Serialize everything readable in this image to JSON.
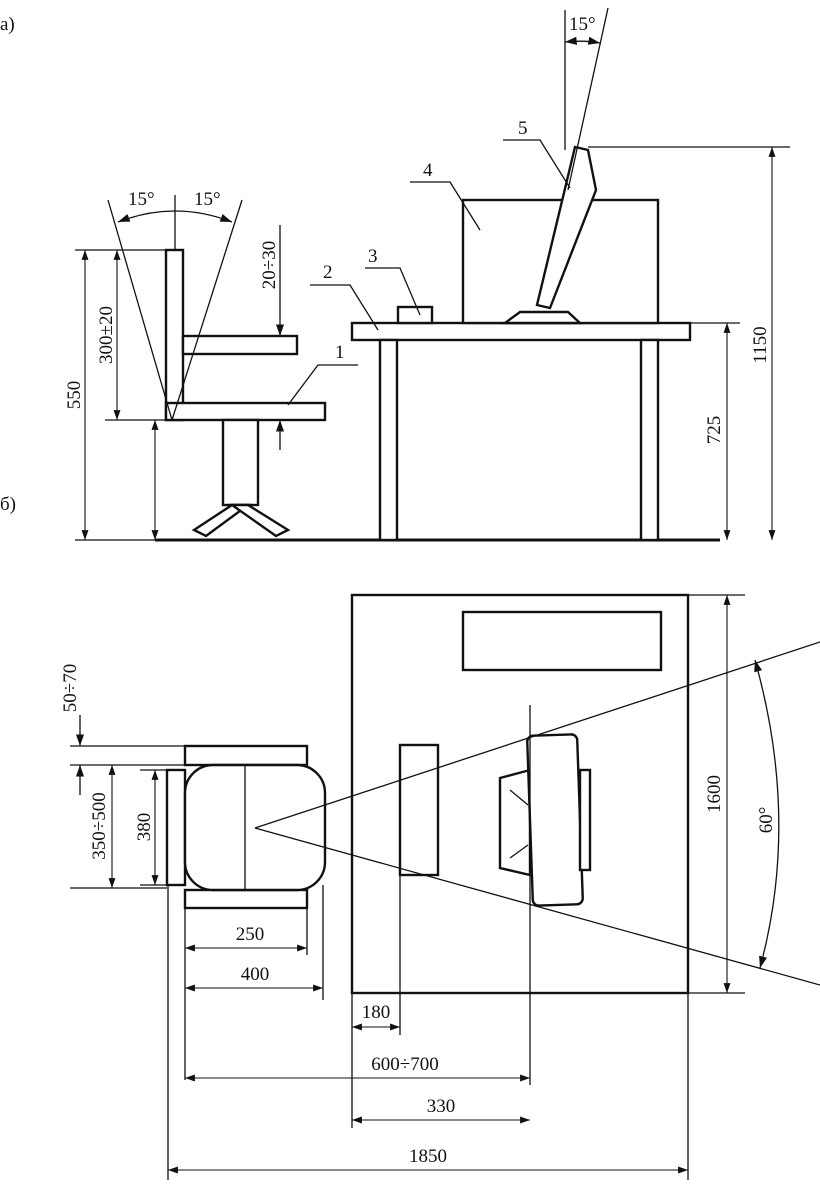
{
  "panels": {
    "a": "а)",
    "b": "б)"
  },
  "side_view": {
    "part_labels": [
      "1",
      "2",
      "3",
      "4",
      "5"
    ],
    "angle_back_left": "15°",
    "angle_back_right": "15°",
    "angle_monitor": "15°",
    "dim_armrest_gap": "20÷30",
    "dim_back_height": "300±20",
    "dim_seat_floor": "550",
    "dim_desk_height": "725",
    "dim_monitor_top": "1150"
  },
  "plan_view": {
    "dim_armrest_offset": "50÷70",
    "dim_seat_width_range": "350÷500",
    "dim_seat_width": "380",
    "dim_armrest_len": "250",
    "dim_seat_depth": "400",
    "dim_keyboard_offset": "180",
    "dim_eye_distance": "600÷700",
    "dim_monitor_offset": "330",
    "dim_total_length": "1850",
    "dim_desk_width": "1600",
    "view_angle": "60°"
  }
}
